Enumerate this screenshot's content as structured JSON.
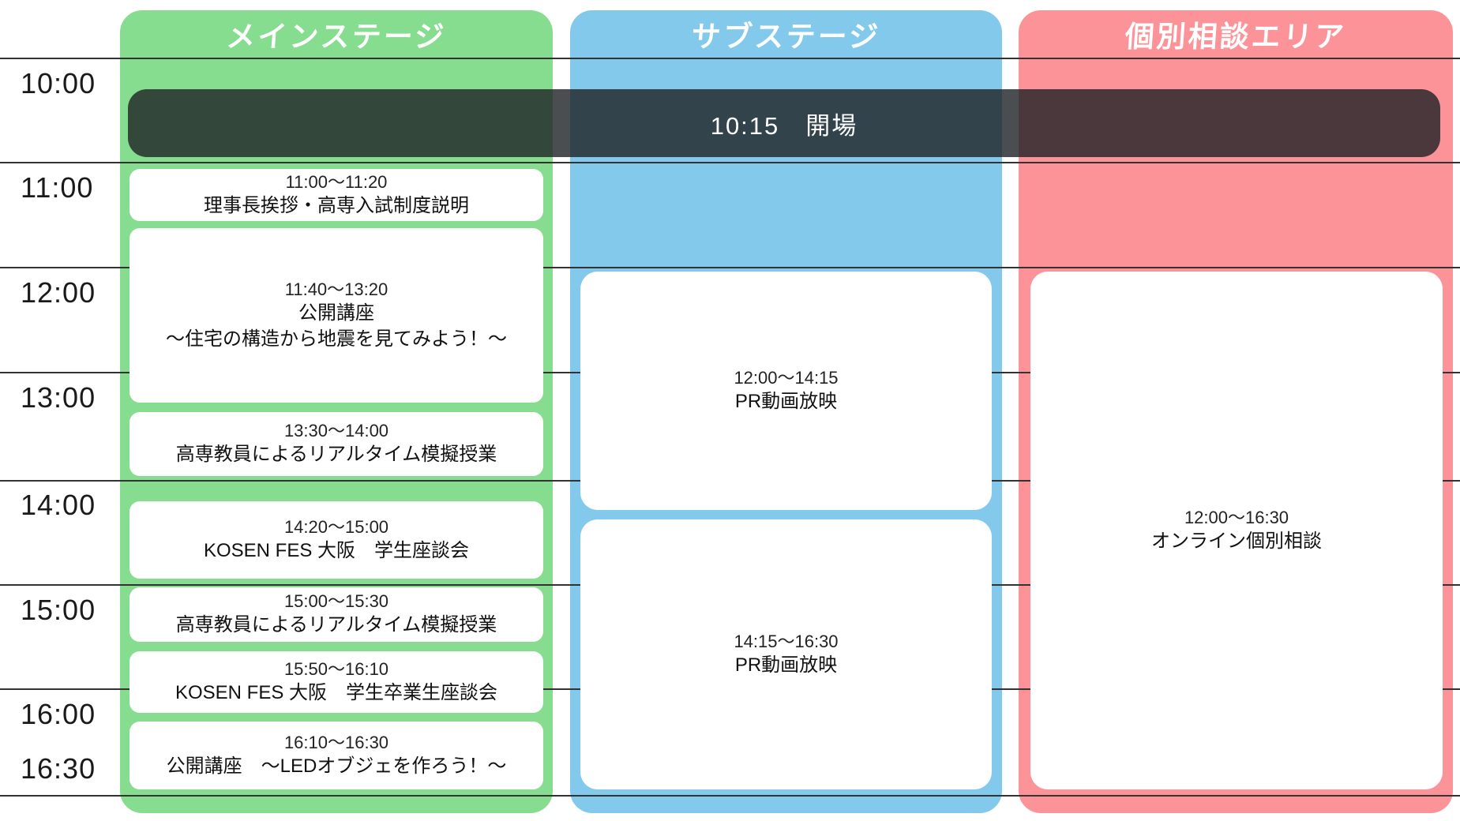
{
  "timeline": {
    "times": [
      "10:00",
      "11:00",
      "12:00",
      "13:00",
      "14:00",
      "15:00",
      "16:00",
      "16:30"
    ]
  },
  "banner": {
    "label": "10:15　開場"
  },
  "colors": {
    "main_stage": "#87dd8f",
    "sub_stage": "#83c9eb",
    "consult_area": "#fc9399",
    "banner_overlay": "rgba(30,34,36,0.8)",
    "card": "#ffffff",
    "gridline": "#333333"
  },
  "columns": [
    {
      "title": "メインステージ",
      "events": [
        {
          "time": "11:00〜11:20",
          "title": "理事長挨拶・高専入試制度説明"
        },
        {
          "time": "11:40〜13:20",
          "title": "公開講座",
          "title2": "〜住宅の構造から地震を見てみよう！〜"
        },
        {
          "time": "13:30〜14:00",
          "title": "高専教員によるリアルタイム模擬授業"
        },
        {
          "time": "14:20〜15:00",
          "title": "KOSEN FES 大阪　学生座談会"
        },
        {
          "time": "15:00〜15:30",
          "title": "高専教員によるリアルタイム模擬授業"
        },
        {
          "time": "15:50〜16:10",
          "title": "KOSEN FES 大阪　学生卒業生座談会"
        },
        {
          "time": "16:10〜16:30",
          "title": "公開講座　〜LEDオブジェを作ろう！〜"
        }
      ]
    },
    {
      "title": "サブステージ",
      "events": [
        {
          "time": "12:00〜14:15",
          "title": "PR動画放映"
        },
        {
          "time": "14:15〜16:30",
          "title": "PR動画放映"
        }
      ]
    },
    {
      "title": "個別相談エリア",
      "events": [
        {
          "time": "12:00〜16:30",
          "title": "オンライン個別相談"
        }
      ]
    }
  ],
  "chart_data": {
    "type": "table",
    "title": "",
    "time_axis": [
      "10:00",
      "11:00",
      "12:00",
      "13:00",
      "14:00",
      "15:00",
      "16:00",
      "16:30"
    ],
    "columns": [
      "メインステージ",
      "サブステージ",
      "個別相談エリア"
    ],
    "opening": {
      "time": "10:15",
      "label": "開場",
      "spans_all_columns": true
    },
    "series": [
      {
        "name": "メインステージ",
        "events": [
          {
            "start": "11:00",
            "end": "11:20",
            "label": "理事長挨拶・高専入試制度説明"
          },
          {
            "start": "11:40",
            "end": "13:20",
            "label": "公開講座 〜住宅の構造から地震を見てみよう！〜"
          },
          {
            "start": "13:30",
            "end": "14:00",
            "label": "高専教員によるリアルタイム模擬授業"
          },
          {
            "start": "14:20",
            "end": "15:00",
            "label": "KOSEN FES 大阪　学生座談会"
          },
          {
            "start": "15:00",
            "end": "15:30",
            "label": "高専教員によるリアルタイム模擬授業"
          },
          {
            "start": "15:50",
            "end": "16:10",
            "label": "KOSEN FES 大阪　学生卒業生座談会"
          },
          {
            "start": "16:10",
            "end": "16:30",
            "label": "公開講座　〜LEDオブジェを作ろう！〜"
          }
        ]
      },
      {
        "name": "サブステージ",
        "events": [
          {
            "start": "12:00",
            "end": "14:15",
            "label": "PR動画放映"
          },
          {
            "start": "14:15",
            "end": "16:30",
            "label": "PR動画放映"
          }
        ]
      },
      {
        "name": "個別相談エリア",
        "events": [
          {
            "start": "12:00",
            "end": "16:30",
            "label": "オンライン個別相談"
          }
        ]
      }
    ]
  }
}
